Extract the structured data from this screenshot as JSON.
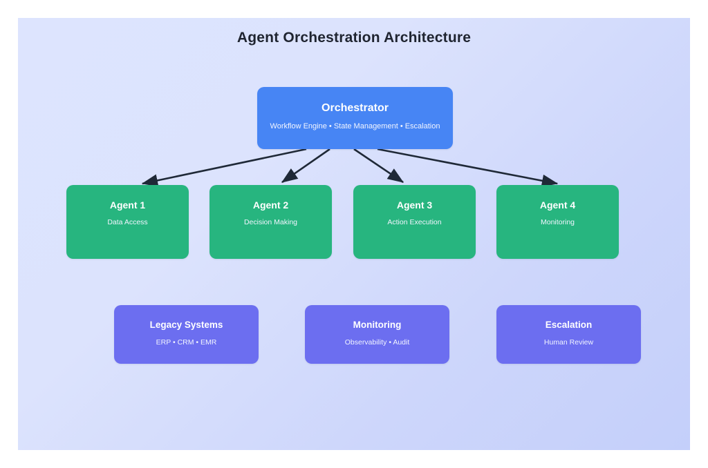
{
  "diagram": {
    "title": "Agent Orchestration Architecture",
    "background_start_color": "#dde4fe",
    "background_end_color": "#c4cffa",
    "connector_color": "#1f2937"
  },
  "orchestrator": {
    "title": "Orchestrator",
    "subtitle": "Workflow Engine • State Management • Escalation",
    "color": "#4785f4"
  },
  "agents": {
    "color": "#27b57f",
    "items": [
      {
        "title": "Agent 1",
        "subtitle": "Data Access"
      },
      {
        "title": "Agent 2",
        "subtitle": "Decision Making"
      },
      {
        "title": "Agent 3",
        "subtitle": "Action Execution"
      },
      {
        "title": "Agent 4",
        "subtitle": "Monitoring"
      }
    ]
  },
  "support": {
    "color": "#6c6ef0",
    "items": [
      {
        "title": "Legacy Systems",
        "subtitle": "ERP • CRM • EMR"
      },
      {
        "title": "Monitoring",
        "subtitle": "Observability • Audit"
      },
      {
        "title": "Escalation",
        "subtitle": "Human Review"
      }
    ]
  }
}
